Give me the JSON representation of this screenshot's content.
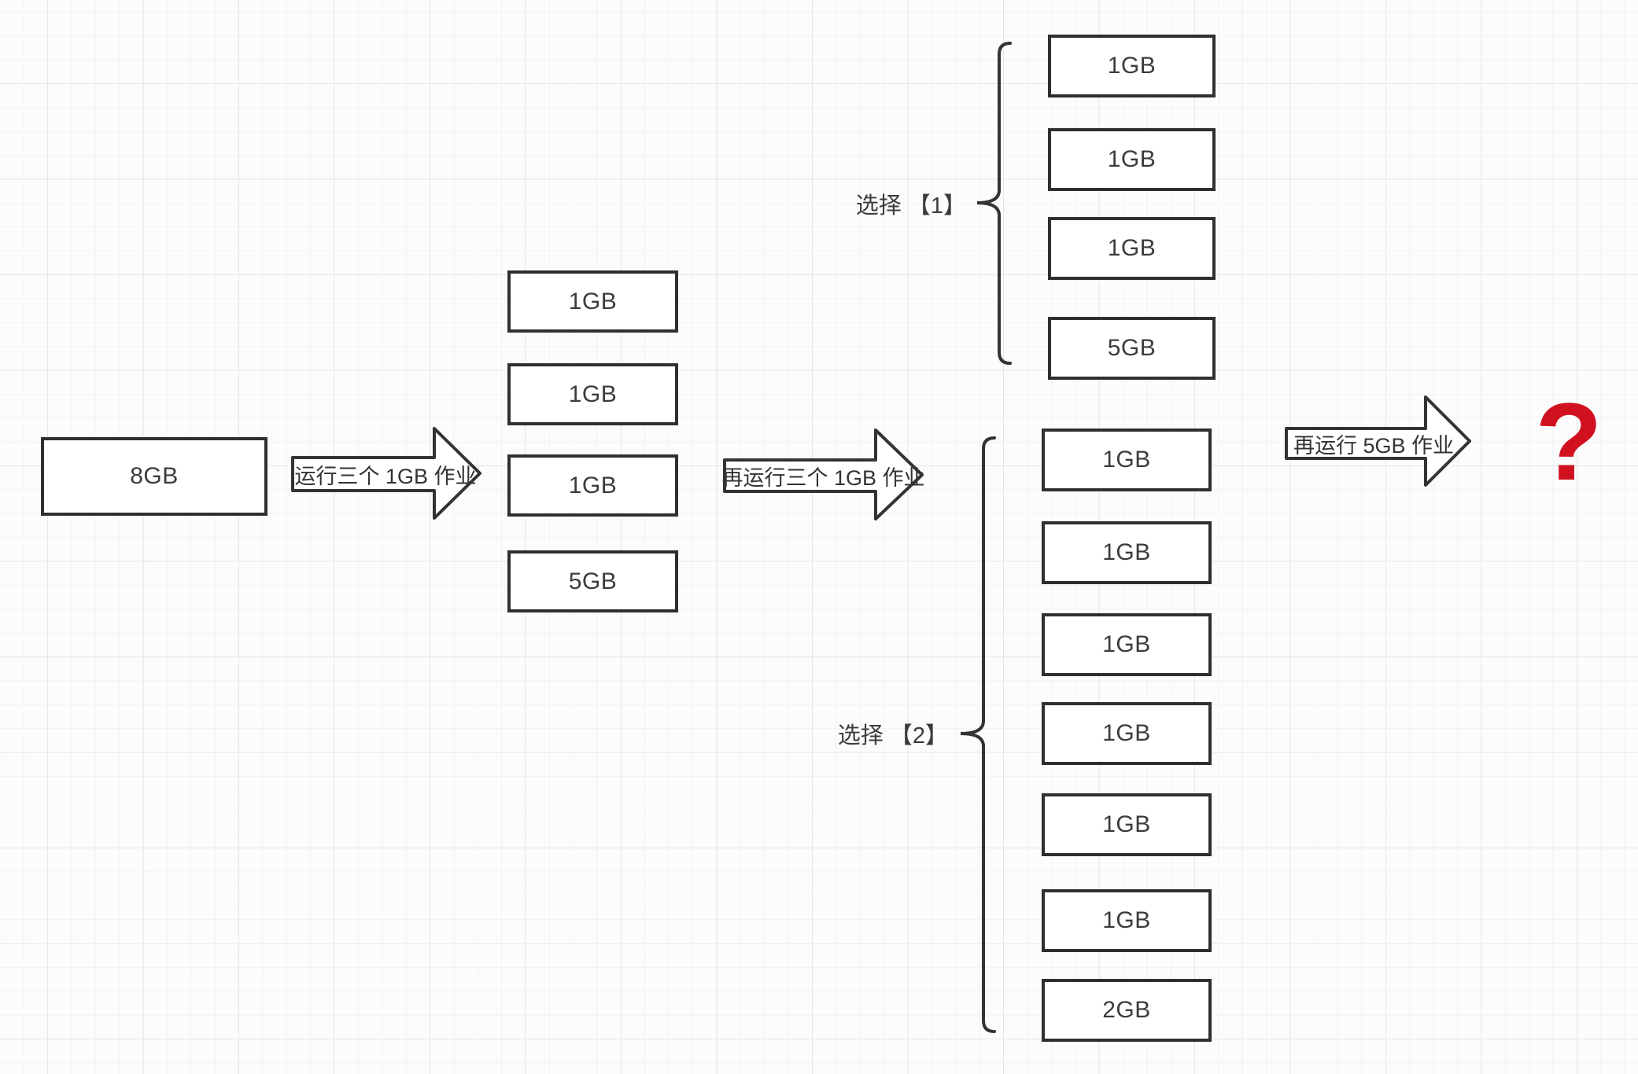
{
  "diagram": {
    "start_box": {
      "label": "8GB"
    },
    "step1_arrow": {
      "label": "运行三个 1GB 作业"
    },
    "after_step1": {
      "boxes": [
        "1GB",
        "1GB",
        "1GB",
        "5GB"
      ]
    },
    "step2_arrow": {
      "label": "再运行三个 1GB 作业"
    },
    "option1": {
      "label": "选择 【1】",
      "boxes": [
        "1GB",
        "1GB",
        "1GB",
        "5GB"
      ]
    },
    "option2": {
      "label": "选择 【2】",
      "boxes": [
        "1GB",
        "1GB",
        "1GB",
        "1GB",
        "1GB",
        "1GB",
        "2GB"
      ]
    },
    "step3_arrow": {
      "label": "再运行 5GB 作业"
    },
    "result": {
      "symbol": "?"
    }
  },
  "colors": {
    "background": "#fcfcfd",
    "grid_minor": "#f2f2f4",
    "grid_major": "#e5e5e8",
    "shape_stroke": "#2f2f2f",
    "text": "#3c3c3c",
    "box_fill": "#ffffff",
    "question_mark_red": "#d1111f"
  }
}
